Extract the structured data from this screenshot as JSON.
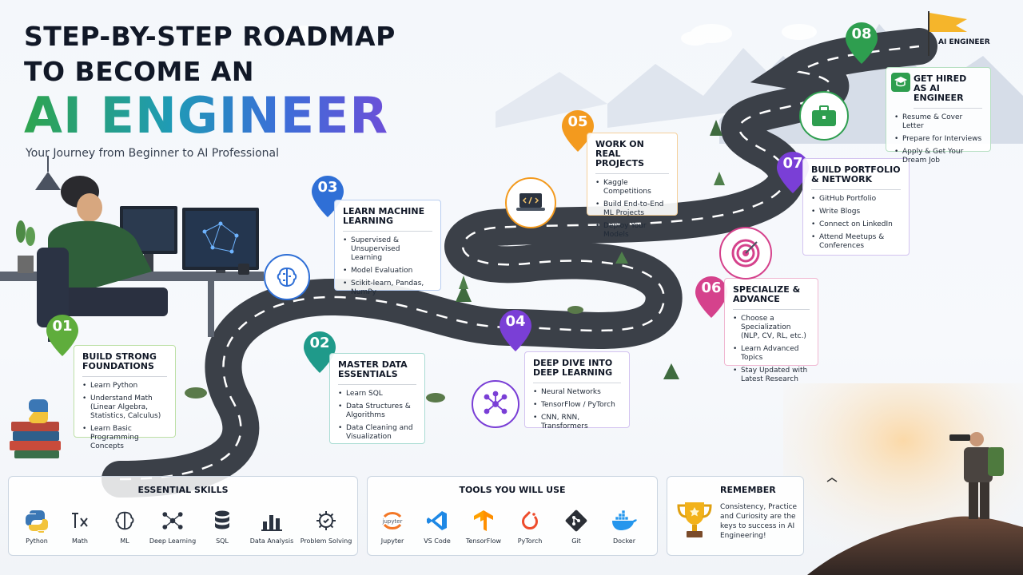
{
  "header": {
    "title_line1": "STEP-BY-STEP ROADMAP",
    "title_line2": "TO BECOME AN",
    "title_line3": "AI ENGINEER",
    "subtitle": "Your Journey from Beginner to AI Professional"
  },
  "colors": {
    "step1": "#5fad3c",
    "step2": "#1f9a8a",
    "step3": "#2f6fd6",
    "step4": "#7a3fd6",
    "step5": "#f39a1e",
    "step6": "#d5428c",
    "step7": "#7a3fd6",
    "step8": "#2e9e4f",
    "road": "#3b4048"
  },
  "steps": [
    {
      "number": "01",
      "title": "BUILD STRONG FOUNDATIONS",
      "items": [
        "Learn Python",
        "Understand Math (Linear Algebra, Statistics, Calculus)",
        "Learn Basic Programming Concepts"
      ]
    },
    {
      "number": "02",
      "title": "MASTER DATA ESSENTIALS",
      "items": [
        "Learn SQL",
        "Data Structures & Algorithms",
        "Data Cleaning and Visualization"
      ]
    },
    {
      "number": "03",
      "title": "LEARN MACHINE LEARNING",
      "items": [
        "Supervised & Unsupervised Learning",
        "Model Evaluation",
        "Scikit-learn, Pandas, NumPy"
      ]
    },
    {
      "number": "04",
      "title": "DEEP DIVE INTO DEEP LEARNING",
      "items": [
        "Neural Networks",
        "TensorFlow / PyTorch",
        "CNN, RNN, Transformers"
      ]
    },
    {
      "number": "05",
      "title": "WORK ON REAL PROJECTS",
      "items": [
        "Kaggle Competitions",
        "Build End-to-End ML Projects",
        "Deploy Your Models"
      ]
    },
    {
      "number": "06",
      "title": "SPECIALIZE & ADVANCE",
      "items": [
        "Choose a Specialization (NLP, CV, RL, etc.)",
        "Learn Advanced Topics",
        "Stay Updated with Latest Research"
      ]
    },
    {
      "number": "07",
      "title": "BUILD PORTFOLIO & NETWORK",
      "items": [
        "GitHub Portfolio",
        "Write Blogs",
        "Connect on LinkedIn",
        "Attend Meetups & Conferences"
      ]
    },
    {
      "number": "08",
      "title": "GET HIRED AS AI ENGINEER",
      "items": [
        "Resume & Cover Letter",
        "Prepare for Interviews",
        "Apply & Get Your Dream Job"
      ]
    }
  ],
  "flag_label": "AI ENGINEER",
  "essential_skills": {
    "title": "ESSENTIAL SKILLS",
    "items": [
      {
        "label": "Python",
        "icon": "python-icon"
      },
      {
        "label": "Math",
        "icon": "math-icon"
      },
      {
        "label": "ML",
        "icon": "brain-icon"
      },
      {
        "label": "Deep Learning",
        "icon": "network-icon"
      },
      {
        "label": "SQL",
        "icon": "database-icon"
      },
      {
        "label": "Data Analysis",
        "icon": "bar-chart-icon"
      },
      {
        "label": "Problem Solving",
        "icon": "gear-bulb-icon"
      }
    ]
  },
  "tools": {
    "title": "TOOLS YOU WILL USE",
    "items": [
      {
        "label": "Jupyter",
        "icon": "jupyter-icon"
      },
      {
        "label": "VS Code",
        "icon": "vscode-icon"
      },
      {
        "label": "TensorFlow",
        "icon": "tensorflow-icon"
      },
      {
        "label": "PyTorch",
        "icon": "pytorch-icon"
      },
      {
        "label": "Git",
        "icon": "git-icon"
      },
      {
        "label": "Docker",
        "icon": "docker-icon"
      }
    ]
  },
  "remember": {
    "title": "REMEMBER",
    "text": "Consistency, Practice and Curiosity are the keys to success in AI Engineering!"
  }
}
